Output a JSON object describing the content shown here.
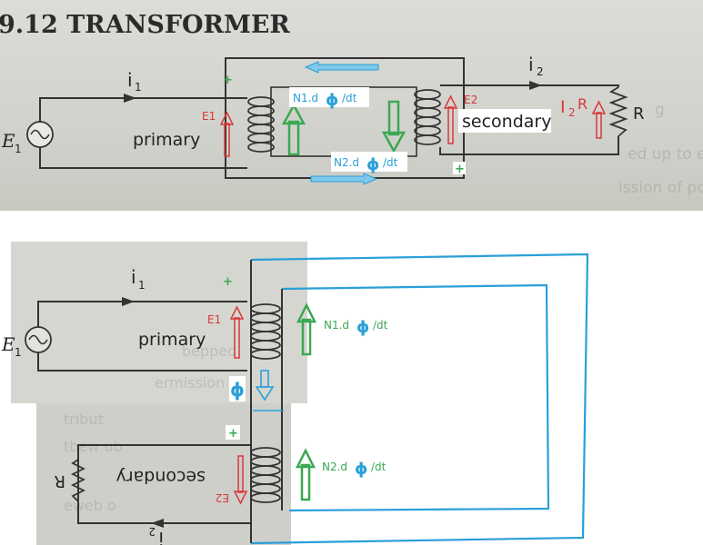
{
  "section_heading": "9.12 TRANSFORMER",
  "top": {
    "source_label": "E",
    "source_subscript": "1",
    "primary_current": "i",
    "primary_current_sub": "1",
    "secondary_current": "i",
    "secondary_current_sub": "2",
    "primary_label": "primary",
    "secondary_label": "secondary",
    "emf1_label": "E1",
    "emf2_label": "E2",
    "plus_primary": "+",
    "plus_secondary": "+",
    "flux_primary_prefix": "N1.d",
    "flux_primary_suffix": "/dt",
    "flux_secondary_prefix": "N2.d",
    "flux_secondary_suffix": "/dt",
    "load_current": "I",
    "load_current_sub": "2",
    "load_current_R": "R",
    "resistor_label": "R",
    "phi": "ϕ"
  },
  "bottom": {
    "source_label": "E",
    "source_subscript": "1",
    "primary_current": "i",
    "primary_current_sub": "1",
    "primary_label": "primary",
    "secondary_label": "secondary",
    "emf1_label": "E1",
    "emf2_label": "E2",
    "plus_primary": "+",
    "plus_secondary": "+",
    "flux_primary_prefix": "N1.d",
    "flux_primary_suffix": "/dt",
    "flux_secondary_prefix": "N2.d",
    "flux_secondary_suffix": "/dt",
    "phi": "ϕ",
    "resistor_label": "R",
    "secondary_current": "i",
    "secondary_current_sub": "2"
  },
  "colors": {
    "red": "#d8383a",
    "green": "#3aa852",
    "blue": "#2a9fd8",
    "wire": "#333333"
  }
}
